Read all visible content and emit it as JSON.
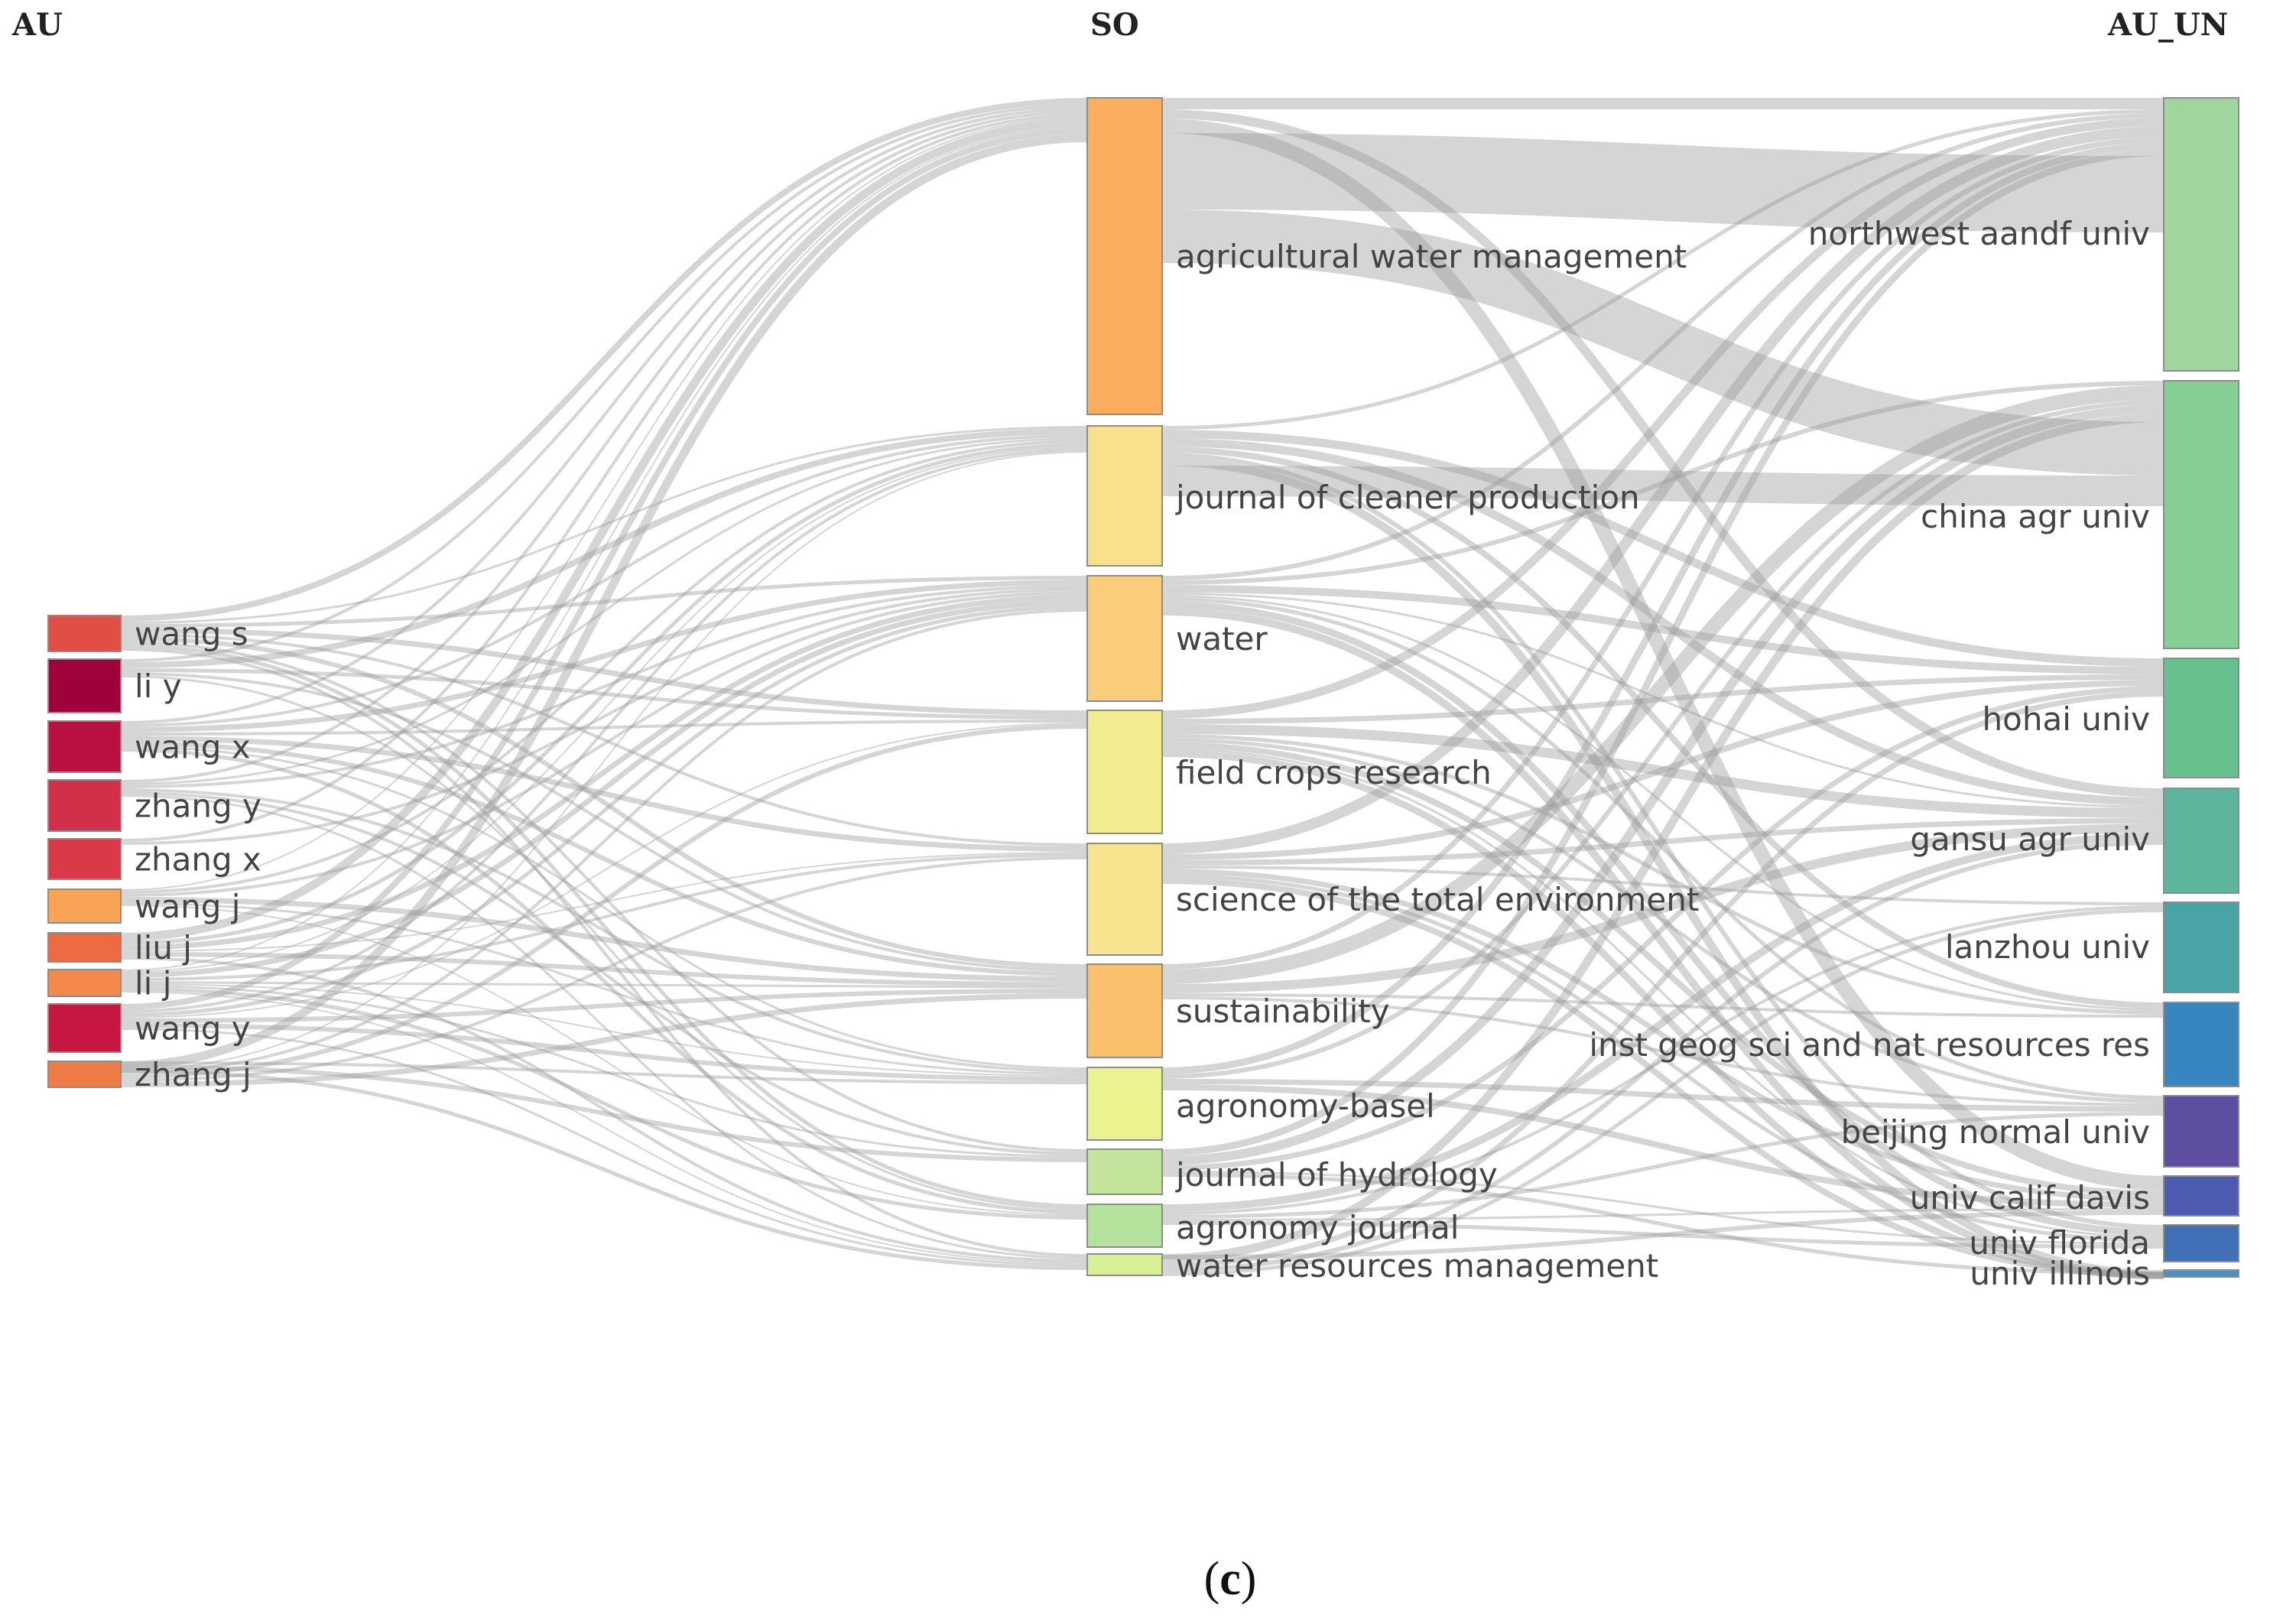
{
  "headers": {
    "au": "AU",
    "so": "SO",
    "au_un": "AU_UN"
  },
  "caption": {
    "open": "(",
    "letter": "c",
    "close": ")"
  },
  "nodes": {
    "au": [
      {
        "id": "wang_s",
        "label": "wang s",
        "color": "#e04e45"
      },
      {
        "id": "li_y",
        "label": "li y",
        "color": "#a0003c"
      },
      {
        "id": "wang_x",
        "label": "wang x",
        "color": "#b8113f"
      },
      {
        "id": "zhang_y",
        "label": "zhang y",
        "color": "#d12f4a"
      },
      {
        "id": "zhang_x",
        "label": "zhang x",
        "color": "#d83a47"
      },
      {
        "id": "wang_j",
        "label": "wang j",
        "color": "#f7a455"
      },
      {
        "id": "liu_j",
        "label": "liu j",
        "color": "#ee6a43"
      },
      {
        "id": "li_j",
        "label": "li j",
        "color": "#f4894c"
      },
      {
        "id": "wang_y",
        "label": "wang y",
        "color": "#c5173f"
      },
      {
        "id": "zhang_j",
        "label": "zhang j",
        "color": "#f07c45"
      }
    ],
    "so": [
      {
        "id": "awm",
        "label": "agricultural water management",
        "color": "#fbae5e"
      },
      {
        "id": "jcp",
        "label": "journal of cleaner production",
        "color": "#f8df8b"
      },
      {
        "id": "water",
        "label": "water",
        "color": "#f9cd7b"
      },
      {
        "id": "fcr",
        "label": "field crops research",
        "color": "#f1ec90"
      },
      {
        "id": "stoten",
        "label": "science of the total environment",
        "color": "#f7e48e"
      },
      {
        "id": "sust",
        "label": "sustainability",
        "color": "#fbc06c"
      },
      {
        "id": "agrb",
        "label": "agronomy-basel",
        "color": "#ecf28f"
      },
      {
        "id": "jhyd",
        "label": "journal of hydrology",
        "color": "#c3e49a"
      },
      {
        "id": "agrj",
        "label": "agronomy journal",
        "color": "#b4e19b"
      },
      {
        "id": "wrm",
        "label": "water resources management",
        "color": "#d9ef96"
      }
    ],
    "au_un": [
      {
        "id": "nwafu",
        "label": "northwest aandf univ",
        "color": "#9ed69e"
      },
      {
        "id": "cau",
        "label": "china agr univ",
        "color": "#86cf94"
      },
      {
        "id": "hohai",
        "label": "hohai univ",
        "color": "#67c08e"
      },
      {
        "id": "gansu",
        "label": "gansu agr univ",
        "color": "#5cb59c"
      },
      {
        "id": "lanzhou",
        "label": "lanzhou univ",
        "color": "#4aa4a7"
      },
      {
        "id": "igsnrr",
        "label": "inst geog sci and nat resources res",
        "color": "#3786bf"
      },
      {
        "id": "bnu",
        "label": "beijing normal univ",
        "color": "#5e4ea0"
      },
      {
        "id": "ucd",
        "label": "univ calif davis",
        "color": "#4c5ab0"
      },
      {
        "id": "uf",
        "label": "univ florida",
        "color": "#4170b6"
      },
      {
        "id": "uiuc",
        "label": "univ illinois",
        "color": "#4f8ec0"
      }
    ]
  }
}
